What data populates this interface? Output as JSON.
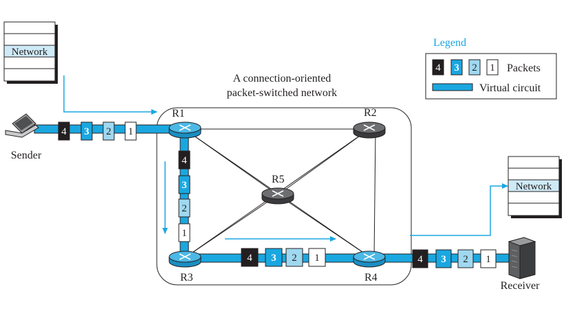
{
  "legend": {
    "title": "Legend",
    "packets_label": "Packets",
    "circuit_label": "Virtual circuit"
  },
  "network_title": {
    "line1": "A connection-oriented",
    "line2": "packet-switched network"
  },
  "stacks": {
    "sender_layer": "Network",
    "receiver_layer": "Network"
  },
  "hosts": {
    "sender": "Sender",
    "receiver": "Receiver"
  },
  "routers": {
    "r1": "R1",
    "r2": "R2",
    "r3": "R3",
    "r4": "R4",
    "r5": "R5"
  },
  "packets": {
    "p4": "4",
    "p3": "3",
    "p2": "2",
    "p1": "1"
  },
  "colors": {
    "circuit": "#1aa7e0",
    "packet_4": "#231f20",
    "packet_3": "#1aa7e0",
    "packet_2": "#9fd8f0",
    "packet_1": "#ffffff",
    "highlight": "#cfeaf7",
    "router_light": "#4cb8e6",
    "router_dark": "#6d6e70"
  }
}
